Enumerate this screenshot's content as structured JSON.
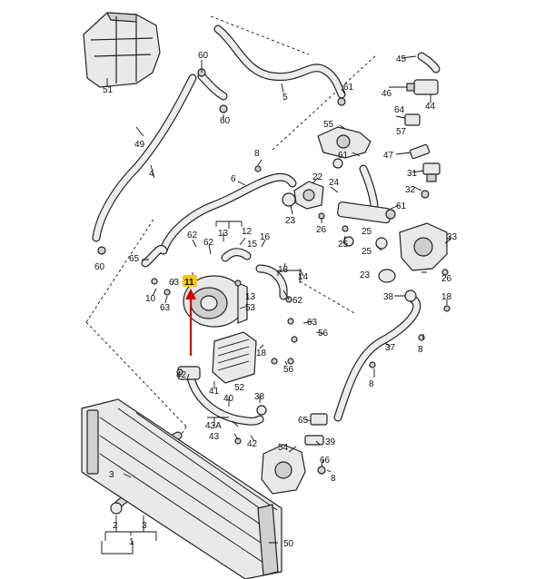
{
  "accent_color": "#f5c518",
  "arrow_color": "#d40000",
  "highlighted_part": "11",
  "labels": {
    "p51": "51",
    "p60a": "60",
    "p60b": "60",
    "p60c": "60",
    "p5": "5",
    "p61a": "61",
    "p45": "45",
    "p46": "46",
    "p44": "44",
    "p49": "49",
    "p4": "4",
    "p55": "55",
    "p64": "64",
    "p61b": "61",
    "p57": "57",
    "p47": "47",
    "p31": "31",
    "p8a": "8",
    "p6": "6",
    "p22": "22",
    "p24a": "24",
    "p32": "32",
    "p23a": "23",
    "p26a": "26",
    "p61c": "61",
    "p25a": "25",
    "p25b": "25",
    "p33": "33",
    "p13a": "13",
    "p12": "12",
    "p62a": "62",
    "p62b": "62",
    "p15": "15",
    "p16": "16",
    "p65a": "65",
    "p11": "11",
    "p23b": "23",
    "p26b": "26",
    "p10": "10",
    "p63a": "63",
    "p63b": "63",
    "p13b": "13",
    "p14": "14",
    "p62c": "62",
    "p53": "53",
    "p63c": "63",
    "p56a": "56",
    "p38a": "38",
    "p18": "18",
    "p37": "37",
    "p8b": "8",
    "p56b": "56",
    "p42a": "42",
    "p52": "52",
    "p41": "41",
    "p40": "40",
    "p38b": "38",
    "p43A": "43A",
    "p43": "43",
    "p42b": "42",
    "p65b": "65",
    "p39": "39",
    "p54": "54",
    "p66": "66",
    "p8c": "8",
    "p3a": "3",
    "p2": "2",
    "p3b": "3",
    "p1": "1",
    "p50": "50"
  }
}
